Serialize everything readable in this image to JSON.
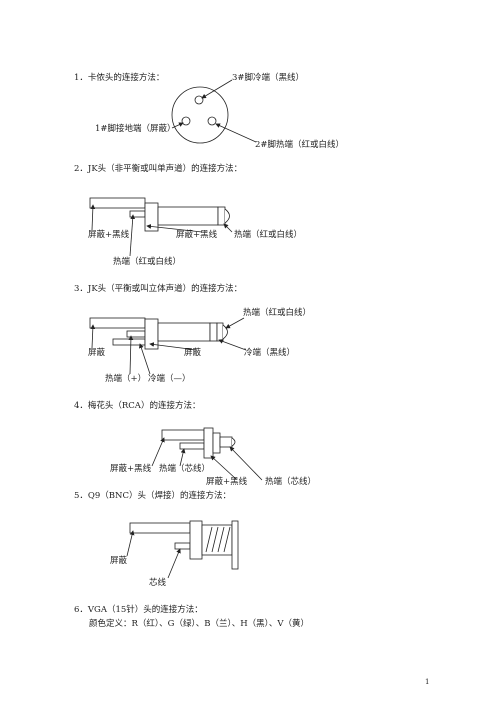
{
  "sections": [
    {
      "heading": "1．卡侬头的连接方法：",
      "labels": {
        "pin3": "3#脚冷端（黑线）",
        "pin1": "1#脚接地端（屏蔽）",
        "pin2": "2#脚热端（红或白线）"
      }
    },
    {
      "heading": "2．JK头（非平衡或叫单声道）的连接方法：",
      "labels": {
        "a": "屏蔽+黑线",
        "b": "屏蔽+黑线",
        "c": "热端（红或白线）",
        "d": "热端（红或白线）"
      }
    },
    {
      "heading": "3．JK头（平衡或叫立体声道）的连接方法：",
      "labels": {
        "top": "热端（红或白线）",
        "a": "屏蔽",
        "b": "屏蔽",
        "c": "冷端（黑线）",
        "d": "热端（+）",
        "e": "冷端（—）"
      }
    },
    {
      "heading": "4．梅花头（RCA）的连接方法：",
      "labels": {
        "a": "屏蔽+黑线",
        "b": "热端（芯线）",
        "c": "屏蔽+黑线",
        "d": "热端（芯线）"
      }
    },
    {
      "heading": "5．Q9（BNC）头（焊接）的连接方法：",
      "labels": {
        "a": "屏蔽",
        "b": "芯线"
      }
    },
    {
      "heading": "6．VGA（15针）头的连接方法：",
      "sub": "颜色定义：R（红）、G（绿）、B（兰）、H（黑）、V（黄）"
    }
  ],
  "page_number": "1"
}
